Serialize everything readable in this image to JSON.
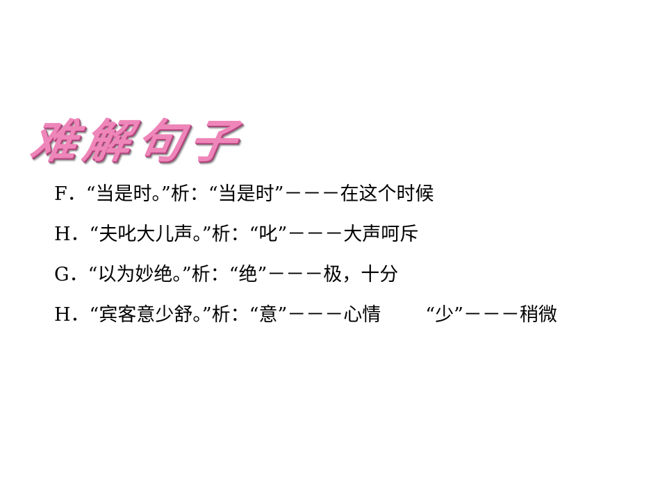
{
  "slide": {
    "title": "难解句子",
    "lines": [
      {
        "text": "F．“当是时。”析：“当是时”－－－在这个时候"
      },
      {
        "text": "H．“夫叱大儿声。”析：“叱”－－－大声呵斥"
      },
      {
        "text": "G．“以为妙绝。”析：“绝”－－－极，十分"
      },
      {
        "text": "H．“宾客意少舒。”析：“意”－－－心情",
        "extra": "“少”－－－稍微"
      }
    ]
  }
}
